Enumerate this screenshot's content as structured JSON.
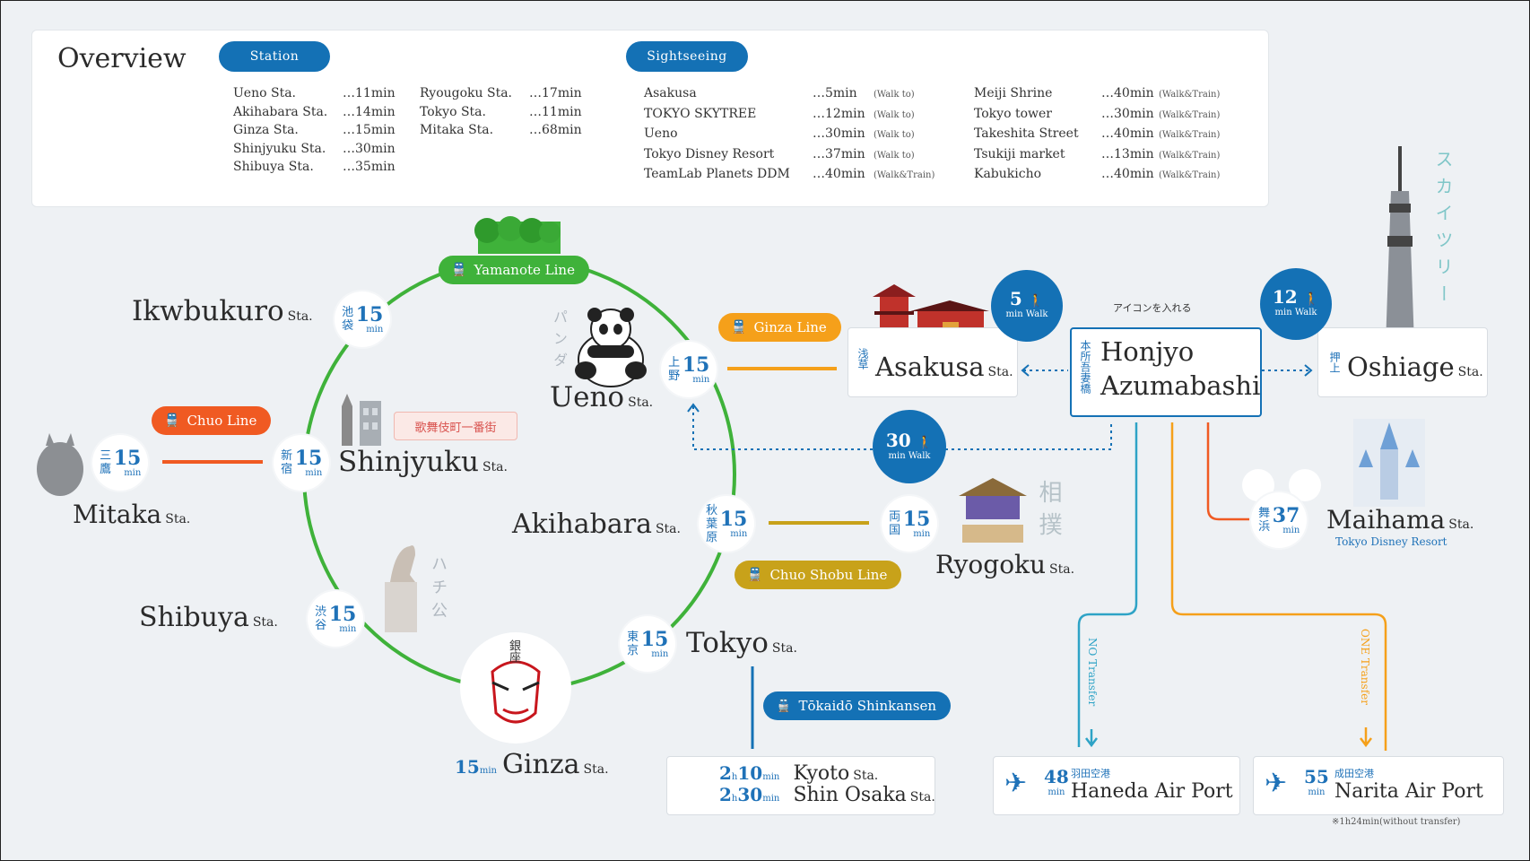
{
  "overview": {
    "title": "Overview",
    "station_pill": "Station",
    "sightseeing_pill": "Sightseeing",
    "stations_col1": [
      {
        "name": "Ueno Sta.",
        "time": "…11min"
      },
      {
        "name": "Akihabara Sta.",
        "time": "…14min"
      },
      {
        "name": "Ginza Sta.",
        "time": "…15min"
      },
      {
        "name": "Shinjyuku Sta.",
        "time": "…30min"
      },
      {
        "name": "Shibuya Sta.",
        "time": "…35min"
      }
    ],
    "stations_col2": [
      {
        "name": "Ryougoku Sta.",
        "time": "…17min"
      },
      {
        "name": "Tokyo Sta.",
        "time": "…11min"
      },
      {
        "name": "Mitaka Sta.",
        "time": "…68min"
      }
    ],
    "sights_col1": [
      {
        "name": "Asakusa",
        "time": "…5min",
        "note": "(Walk to)"
      },
      {
        "name": "TOKYO SKYTREE",
        "time": "…12min",
        "note": "(Walk to)"
      },
      {
        "name": "Ueno",
        "time": "…30min",
        "note": "(Walk to)"
      },
      {
        "name": "Tokyo Disney Resort",
        "time": "…37min",
        "note": "(Walk to)"
      },
      {
        "name": "TeamLab Planets DDM",
        "time": "…40min",
        "note": "(Walk&Train)"
      }
    ],
    "sights_col2": [
      {
        "name": "Meiji Shrine",
        "time": "…40min",
        "note": "(Walk&Train)"
      },
      {
        "name": "Tokyo tower",
        "time": "…30min",
        "note": "(Walk&Train)"
      },
      {
        "name": "Takeshita Street",
        "time": "…40min",
        "note": "(Walk&Train)"
      },
      {
        "name": "Tsukiji market",
        "time": "…13min",
        "note": "(Walk&Train)"
      },
      {
        "name": "Kabukicho",
        "time": "…40min",
        "note": "(Walk&Train)"
      }
    ]
  },
  "lines": {
    "yamanote": "Yamanote Line",
    "ginza": "Ginza Line",
    "chuo": "Chuo Line",
    "chuo_shobu": "Chuo Shobu Line",
    "tokaido": "Tōkaidō Shinkansen"
  },
  "stations": {
    "ikebukuro": {
      "name": "Ikwbukuro",
      "suffix": "Sta.",
      "kanji": "池袋",
      "mins": "15"
    },
    "ueno": {
      "name": "Ueno",
      "suffix": "Sta.",
      "kanji": "上野",
      "mins": "15"
    },
    "shinjyuku": {
      "name": "Shinjyuku",
      "suffix": "Sta.",
      "kanji": "新宿",
      "mins": "15"
    },
    "mitaka": {
      "name": "Mitaka",
      "suffix": "Sta.",
      "kanji": "三鷹",
      "mins": "15"
    },
    "akihabara": {
      "name": "Akihabara",
      "suffix": "Sta.",
      "kanji": "秋葉原",
      "mins": "15"
    },
    "ryogoku": {
      "name": "Ryogoku",
      "suffix": "Sta.",
      "kanji": "両国",
      "mins": "15"
    },
    "shibuya": {
      "name": "Shibuya",
      "suffix": "Sta.",
      "kanji": "渋谷",
      "mins": "15"
    },
    "tokyo": {
      "name": "Tokyo",
      "suffix": "Sta.",
      "kanji": "東京",
      "mins": "15"
    },
    "ginza": {
      "name": "Ginza",
      "suffix": "Sta.",
      "kanji": "銀座",
      "mins": "15"
    },
    "asakusa": {
      "name": "Asakusa",
      "suffix": "Sta.",
      "kanji": "浅草"
    },
    "honjyo": {
      "name1": "Honjyo",
      "name2": "Azumabashi",
      "kanji": "本所吾妻橋"
    },
    "oshiage": {
      "name": "Oshiage",
      "suffix": "Sta.",
      "kanji": "押上"
    },
    "maihama": {
      "name": "Maihama",
      "suffix": "Sta.",
      "kanji": "舞浜",
      "mins": "37",
      "sub": "Tokyo Disney Resort"
    }
  },
  "min_label": "min",
  "walks": {
    "asakusa": {
      "num": "5",
      "label": "min Walk"
    },
    "oshiage": {
      "num": "12",
      "label": "min Walk"
    },
    "ueno": {
      "num": "30",
      "label": "min Walk"
    }
  },
  "decor": {
    "kabuki_sign": "歌舞伎町一番街",
    "panda_v": "パンダ",
    "hachiko_v": "ハチ公",
    "sumo_v": "相撲",
    "skytree_v": "スカイツリー",
    "icon_note": "アイコンを入れる"
  },
  "kyoto_box": {
    "kyoto_h": "2",
    "kyoto_m": "10",
    "kyoto_name": "Kyoto",
    "kyoto_sta": "Sta.",
    "osaka_h": "2",
    "osaka_m": "30",
    "osaka_name": "Shin Osaka",
    "osaka_sta": "Sta.",
    "h": "h",
    "min": "min"
  },
  "airports": {
    "haneda": {
      "mins": "48",
      "jp": "羽田空港",
      "name": "Haneda Air Port",
      "transfer": "NO Transfer"
    },
    "narita": {
      "mins": "55",
      "jp": "成田空港",
      "name": "Narita Air Port",
      "transfer": "ONE Transfer",
      "footnote": "※1h24min(without transfer)"
    }
  },
  "colors": {
    "blue": "#1471b5",
    "green": "#3fb23a",
    "orange_line": "#f5a01a",
    "chuo": "#f05a22",
    "chuo_shobu": "#c8a21a",
    "tokaido": "#1471b5",
    "teal": "#2ea3c6"
  }
}
